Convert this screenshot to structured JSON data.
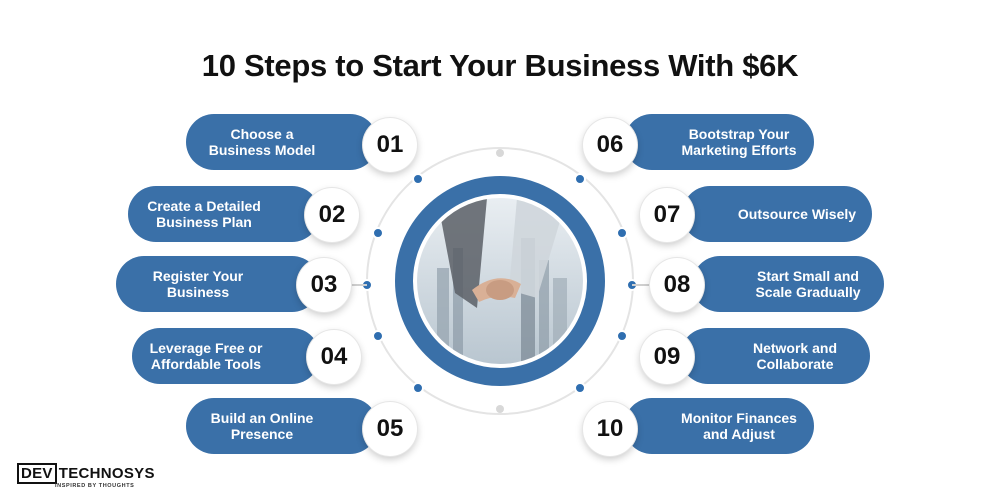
{
  "title": "10 Steps to Start Your Business With $6K",
  "steps": [
    {
      "number": "01",
      "label": "Choose a\nBusiness Model"
    },
    {
      "number": "02",
      "label": "Create a Detailed\nBusiness Plan"
    },
    {
      "number": "03",
      "label": "Register Your\nBusiness"
    },
    {
      "number": "04",
      "label": "Leverage Free or\nAffordable Tools"
    },
    {
      "number": "05",
      "label": "Build an Online\nPresence"
    },
    {
      "number": "06",
      "label": "Bootstrap Your\nMarketing Efforts"
    },
    {
      "number": "07",
      "label": "Outsource Wisely"
    },
    {
      "number": "08",
      "label": "Start Small and\nScale Gradually"
    },
    {
      "number": "09",
      "label": "Network and\nCollaborate"
    },
    {
      "number": "10",
      "label": "Monitor Finances\nand Adjust"
    }
  ],
  "logo": {
    "dev": "DEV",
    "name": "TECHNOSYS",
    "tagline": "INSPIRED BY THOUGHTS"
  },
  "colors": {
    "accent": "#3a70a8",
    "dot": "#2f6eb0",
    "ring": "#3a70a8"
  },
  "icons": {
    "photo": "handshake-photo"
  }
}
